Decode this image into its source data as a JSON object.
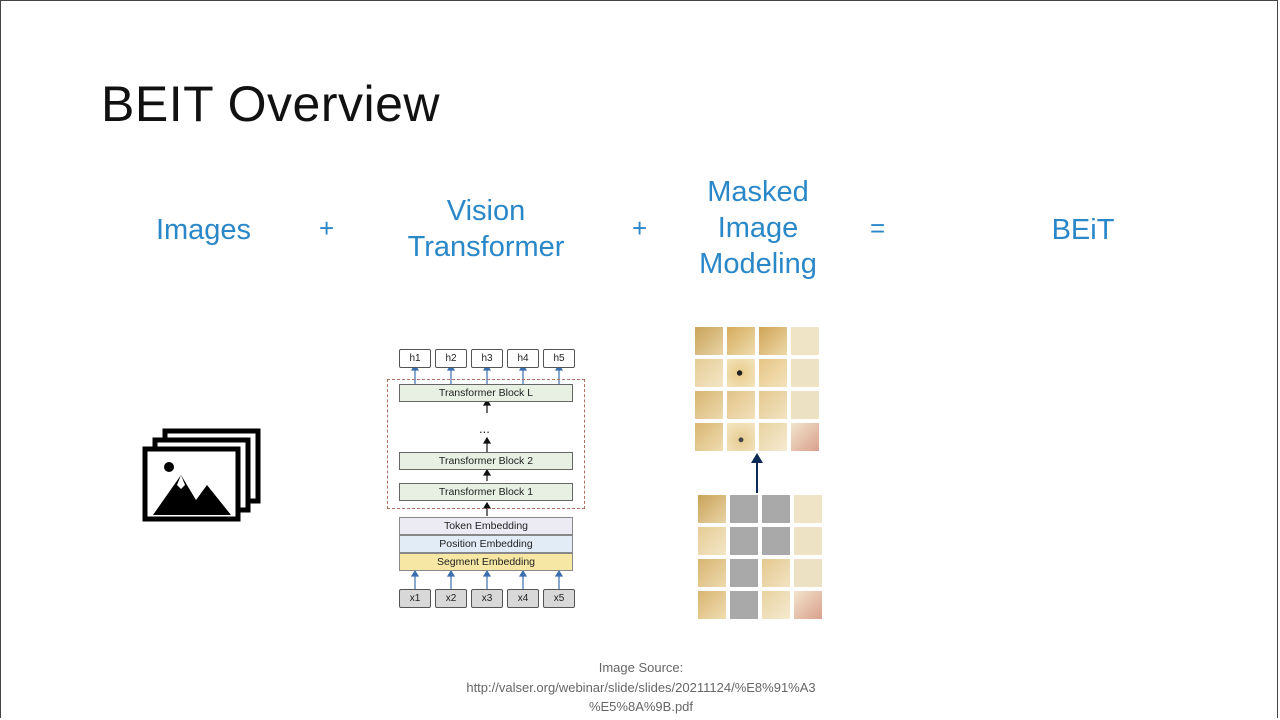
{
  "title": "BEIT Overview",
  "equation": {
    "images": "Images",
    "plus1": "+",
    "vit_line1": "Vision",
    "vit_line2": "Transformer",
    "plus2": "+",
    "mim_line1": "Masked",
    "mim_line2": "Image",
    "mim_line3": "Modeling",
    "equals": "=",
    "result": "BEiT"
  },
  "transformer": {
    "outputs": [
      "h1",
      "h2",
      "h3",
      "h4",
      "h5"
    ],
    "blocks": [
      "Transformer Block L",
      "Transformer Block 2",
      "Transformer Block 1"
    ],
    "dots": "...",
    "embeddings": [
      "Token Embedding",
      "Position Embedding",
      "Segment Embedding"
    ],
    "inputs": [
      "x1",
      "x2",
      "x3",
      "x4",
      "x5"
    ]
  },
  "caption": {
    "line1": "Image Source:",
    "line2": "http://valser.org/webinar/slide/slides/20211124/%E8%91%A3",
    "line3": "%E5%8A%9B.pdf"
  },
  "colors": {
    "accent": "#2a87c8",
    "mask": "#a9a9a9"
  },
  "icons": {
    "image_icon": "image-stack-icon"
  }
}
